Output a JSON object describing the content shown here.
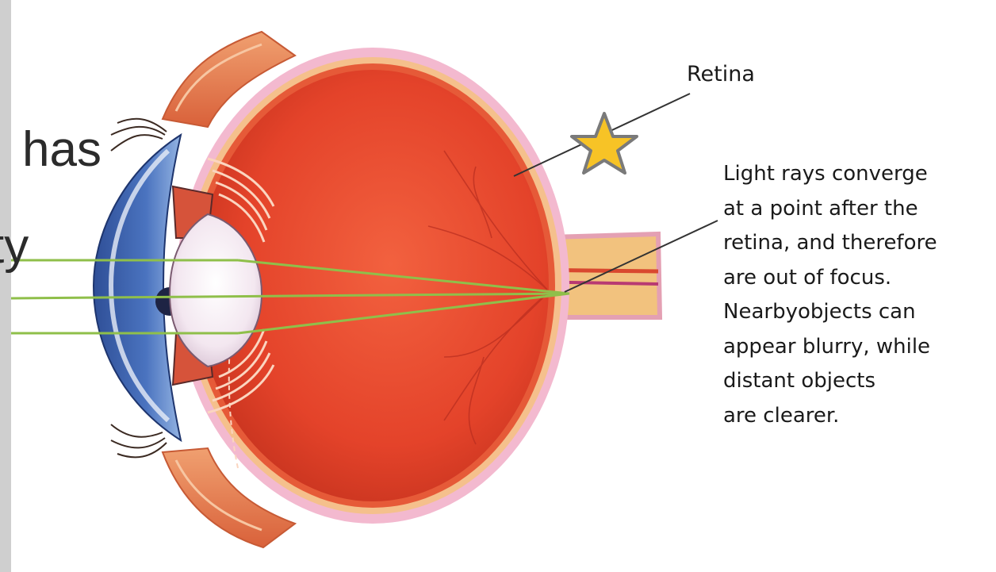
{
  "slide_text": {
    "fragment_1": "has",
    "fragment_2": "ty"
  },
  "labels": {
    "retina": "Retina"
  },
  "caption_lines": [
    "Light rays converge",
    "at a point after the",
    "retina, and therefore",
    "are out of focus.",
    "Nearbyobjects can",
    "appear blurry, while",
    "distant objects",
    "are clearer."
  ],
  "colors": {
    "eyeball": "#e8452c",
    "sclera_rim": "#f3b58a",
    "cornea": "#3a5fa8",
    "light_rays": "#8fbf4a",
    "star": "#f7c326"
  }
}
